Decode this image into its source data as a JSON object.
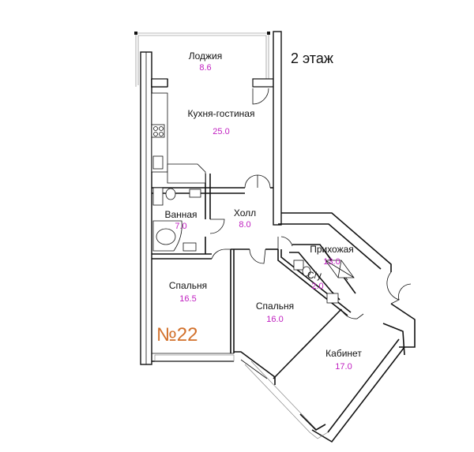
{
  "floor_label": "2 этаж",
  "unit_number": "№22",
  "colors": {
    "area_text": "#c020c0",
    "unit_text": "#d2702a",
    "wall": "#111111"
  },
  "rooms": [
    {
      "id": "loggia",
      "name": "Лоджия",
      "area": "8.6"
    },
    {
      "id": "kitchen",
      "name": "Кухня-гостиная",
      "area": "25.0"
    },
    {
      "id": "bath",
      "name": "Ванная",
      "area": "7.0"
    },
    {
      "id": "hall",
      "name": "Холл",
      "area": "8.0"
    },
    {
      "id": "entry",
      "name": "Прихожая",
      "area": "13.0"
    },
    {
      "id": "wc",
      "name": "С/у",
      "area": "2.0"
    },
    {
      "id": "bedroom1",
      "name": "Спальня",
      "area": "16.5"
    },
    {
      "id": "bedroom2",
      "name": "Спальня",
      "area": "16.0"
    },
    {
      "id": "study",
      "name": "Кабинет",
      "area": "17.0"
    }
  ]
}
